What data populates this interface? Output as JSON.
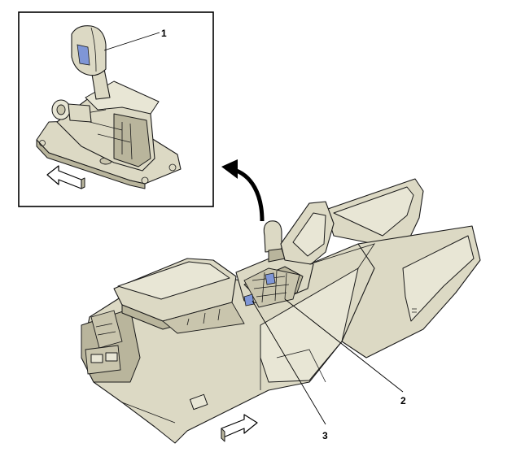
{
  "callouts": [
    {
      "id": "1",
      "label": "1"
    },
    {
      "id": "2",
      "label": "2"
    },
    {
      "id": "3",
      "label": "3"
    }
  ],
  "colors": {
    "housing": "#dcd9c4",
    "highlight": "#7f96d6",
    "outline": "#1a1a1a"
  }
}
